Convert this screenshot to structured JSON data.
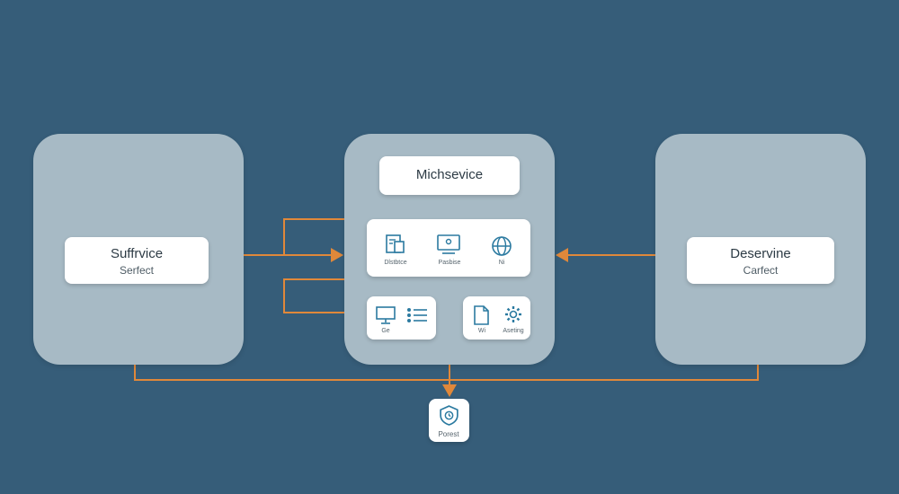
{
  "colors": {
    "background": "#365d79",
    "panel": "#a7bac5",
    "card": "#ffffff",
    "connector": "#e0883a",
    "icon": "#2b7aa0"
  },
  "left_node": {
    "title": "Suffrvice",
    "subtitle": "Serfect"
  },
  "center_node": {
    "title": "Michsevice",
    "icon_row": [
      {
        "icon": "document-icon",
        "label": "Dlstbtce"
      },
      {
        "icon": "monitor-icon",
        "label": "Pasbise"
      },
      {
        "icon": "globe-icon",
        "label": "Ni"
      }
    ],
    "card_a": [
      {
        "icon": "desktop-icon",
        "label": "Ge"
      },
      {
        "icon": "list-icon",
        "label": ""
      }
    ],
    "card_b": [
      {
        "icon": "file-icon",
        "label": "Wi"
      },
      {
        "icon": "gear-icon",
        "label": "Aseting"
      }
    ]
  },
  "right_node": {
    "title": "Deservine",
    "subtitle": "Carfect"
  },
  "bottom_node": {
    "icon": "shield-icon",
    "label": "Porest"
  }
}
